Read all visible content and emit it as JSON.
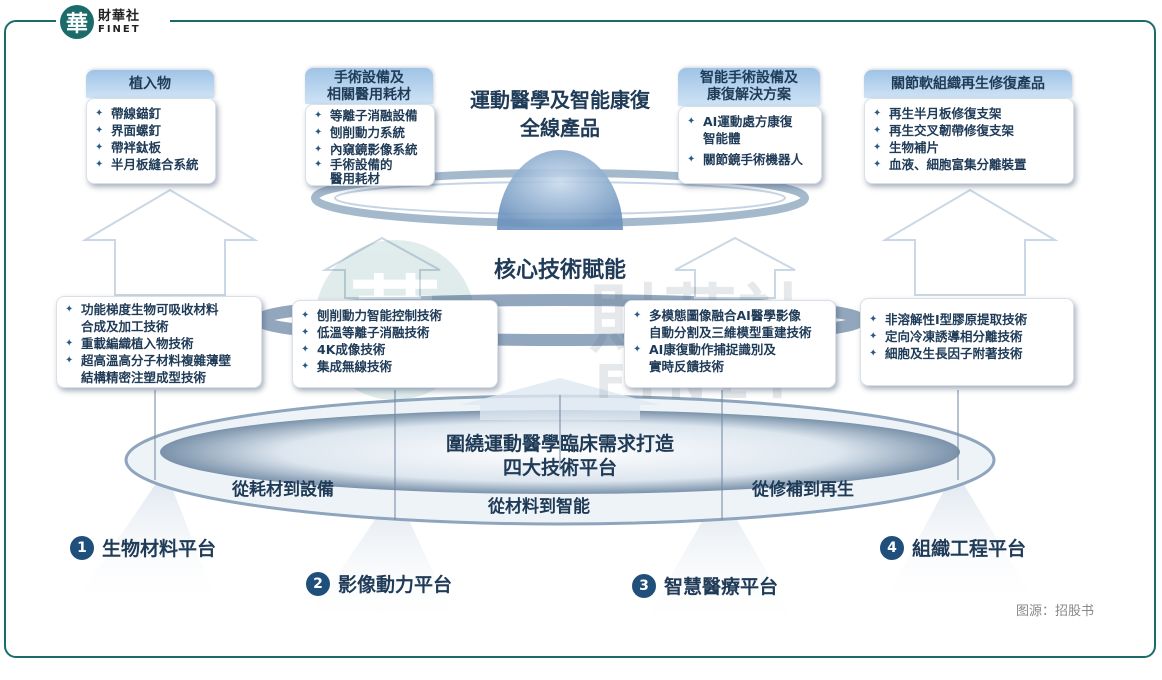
{
  "logo": {
    "glyph": "華",
    "name_cn": "財華社",
    "name_en": "FINET"
  },
  "top_title": {
    "line1": "運動醫學及智能康復",
    "line2": "全線產品"
  },
  "product_cards": [
    {
      "title": "植入物",
      "items": [
        "帶線錨釘",
        "界面螺釘",
        "帶袢鈦板",
        "半月板縫合系統"
      ]
    },
    {
      "title_line1": "手術設備及",
      "title_line2": "相關醫用耗材",
      "items": [
        "等離子消融設備",
        "刨削動力系統",
        "內窺鏡影像系統",
        "手術設備的|醫用耗材"
      ]
    },
    {
      "title_line1": "智能手術設備及",
      "title_line2": "康復解決方案",
      "items": [
        "AI運動處方康復|智能體",
        "關節鏡手術機器人"
      ]
    },
    {
      "title": "關節軟組織再生修復產品",
      "items": [
        "再生半月板修復支架",
        "再生交叉韌帶修復支架",
        "生物補片",
        "血液、細胞富集分離裝置"
      ]
    }
  ],
  "core_title": "核心技術賦能",
  "tech_cards": [
    {
      "items": [
        "功能梯度生物可吸收材料|合成及加工技術",
        "重載編織植入物技術",
        "超高溫高分子材料複雜薄壁|結構精密注塑成型技術"
      ]
    },
    {
      "items": [
        "刨削動力智能控制技術",
        "低溫等離子消融技術",
        "4K成像技術",
        "集成無線技術"
      ]
    },
    {
      "items": [
        "多模態圖像融合AI醫學影像|自動分割及三維模型重建技術",
        "AI康復動作捕捉識別及|實時反饋技術"
      ]
    },
    {
      "items": [
        "非溶解性I型膠原提取技術",
        "定向冷凍誘導相分離技術",
        "細胞及生長因子附著技術"
      ]
    }
  ],
  "base_title": {
    "line1": "圍繞運動醫學臨床需求打造",
    "line2": "四大技術平台"
  },
  "ring_labels": {
    "left": "從耗材到設備",
    "center": "從材料到智能",
    "right": "從修補到再生"
  },
  "platforms": [
    {
      "num": "1",
      "name": "生物材料平台"
    },
    {
      "num": "2",
      "name": "影像動力平台"
    },
    {
      "num": "3",
      "name": "智慧醫療平台"
    },
    {
      "num": "4",
      "name": "組織工程平台"
    }
  ],
  "watermark": {
    "cn": "財華社",
    "en": "FINET"
  },
  "source": "图源：招股书",
  "colors": {
    "accent": "#1b6b6a",
    "text": "#1f3b57",
    "tab": "#9fc3e6"
  }
}
